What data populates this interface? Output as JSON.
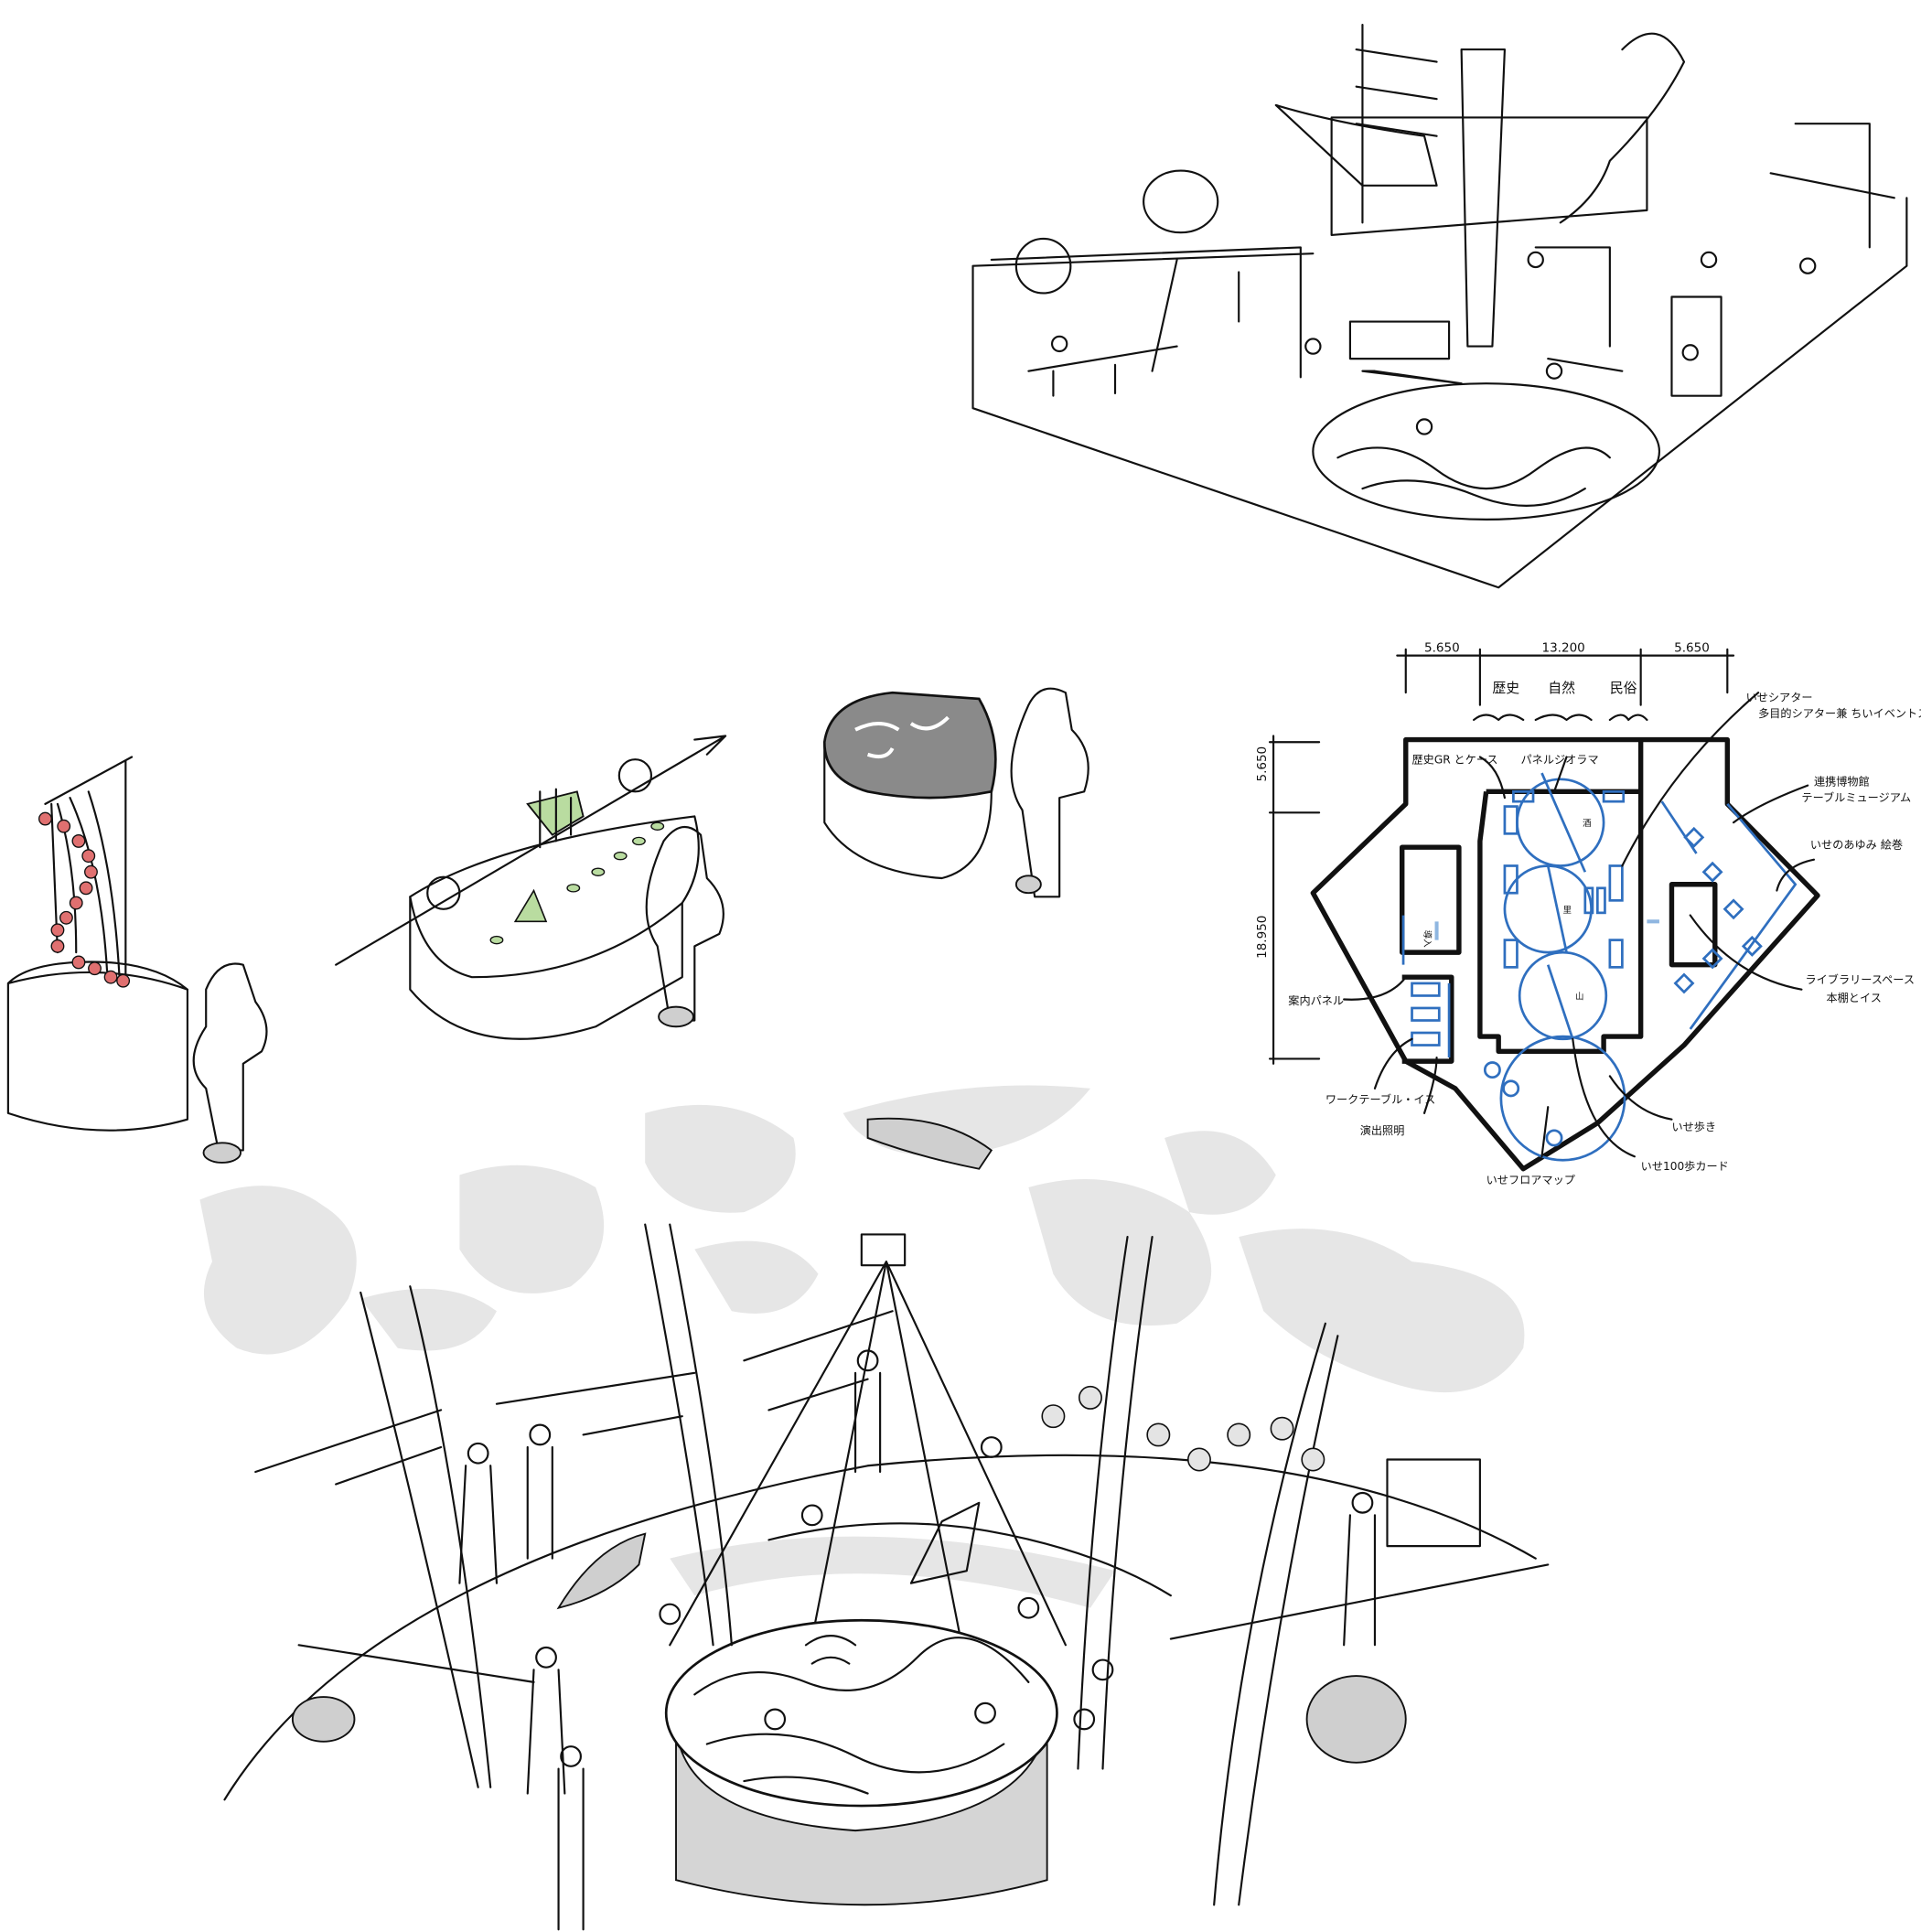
{
  "floor_plan": {
    "dimensions_horizontal": [
      "5.650",
      "13.200",
      "5.650"
    ],
    "dimensions_vertical": [
      "5.650",
      "18.950"
    ],
    "zones": [
      "歴史",
      "自然",
      "民俗"
    ],
    "room_marks": [
      "酒",
      "里",
      "山",
      "導入"
    ],
    "annotations": {
      "theater_1": "いせシアター",
      "theater_2": "多目的シアター兼 ちいイベントスペース",
      "history_case": "歴史GR とケース",
      "panel_diorama": "パネルジオラマ",
      "partner_museum_1": "連携博物館",
      "partner_museum_2": "テーブルミュージアム",
      "ise_scroll": "いせのあゆみ 絵巻",
      "library_1": "ライブラリースペース",
      "library_2": "本棚とイス",
      "guide_panel": "案内パネル",
      "worktable": "ワークテーブル・イス",
      "lighting": "演出照明",
      "ise_walk": "いせ歩き",
      "floor_map": "いせフロアマップ",
      "hundred_steps": "いせ100歩カード"
    }
  },
  "colors": {
    "plan_blue": "#2f6fbf",
    "ball_red": "#e07070",
    "model_green": "#b9dca0",
    "tone_gray": "#e6e6e6"
  }
}
